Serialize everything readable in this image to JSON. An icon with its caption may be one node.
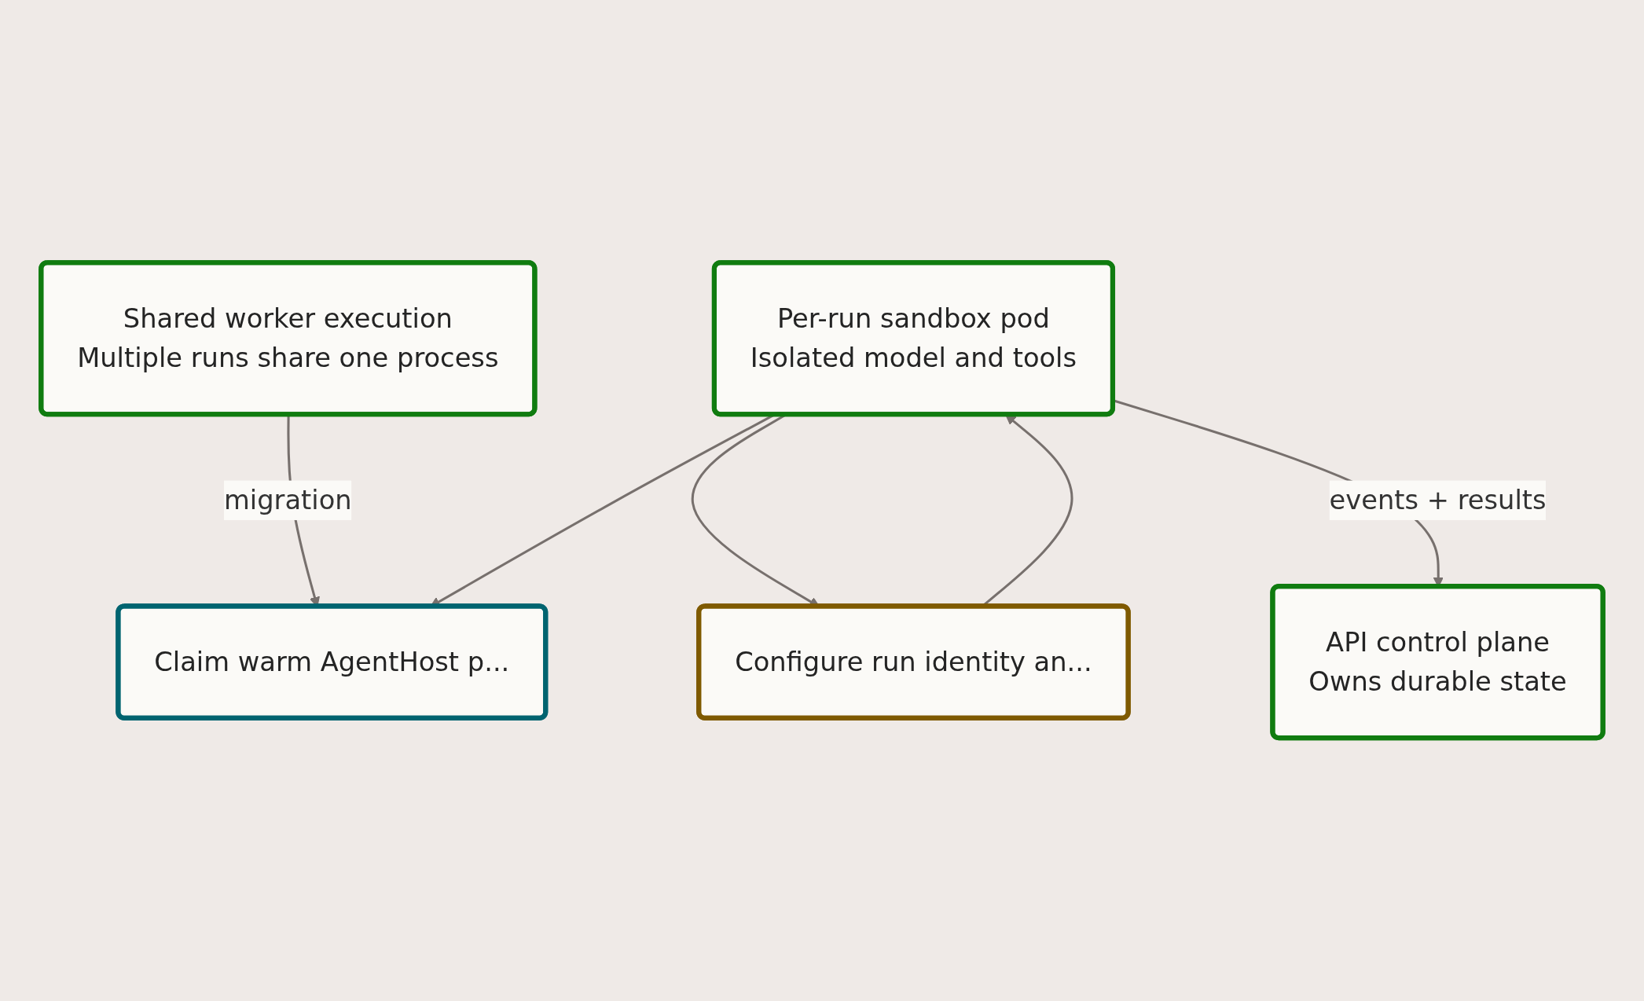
{
  "diagram": {
    "nodes": [
      {
        "text": [
          "Shared worker execution",
          "Multiple runs share one process"
        ]
      },
      {
        "text": [
          "Claim warm AgentHost p..."
        ]
      },
      {
        "text": [
          "Per-run sandbox pod",
          "Isolated model and tools"
        ]
      },
      {
        "text": [
          "Configure run identity an..."
        ]
      },
      {
        "text": [
          "API control plane",
          "Owns durable state"
        ]
      }
    ],
    "edges": [
      {
        "from": 0,
        "to": 1,
        "arrow": "to",
        "label": "migration"
      },
      {
        "from": 2,
        "to": 1,
        "arrow": "to"
      },
      {
        "from": 2,
        "to": 3,
        "arrow": "to"
      },
      {
        "from": 3,
        "to": 2,
        "arrow": "to"
      },
      {
        "from": 2,
        "to": 4,
        "arrow": "to",
        "label": "events + results"
      }
    ]
  }
}
